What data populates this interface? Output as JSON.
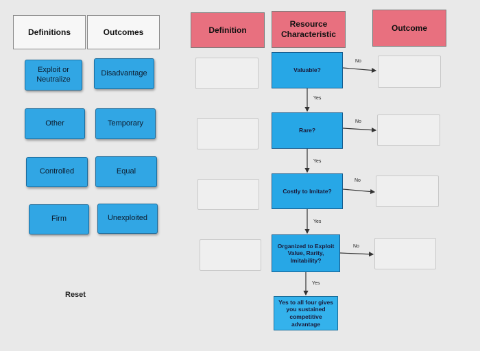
{
  "headers": {
    "definitions": "Definitions",
    "outcomes": "Outcomes",
    "definition": "Definition",
    "resource_characteristic": "Resource\nCharacteristic",
    "outcome": "Outcome"
  },
  "definition_chips": [
    "Exploit or\nNeutralize",
    "Other",
    "Controlled",
    "Firm"
  ],
  "outcome_chips": [
    "Disadvantage",
    "Temporary",
    "Equal",
    "Unexploited"
  ],
  "questions": [
    "Valuable?",
    "Rare?",
    "Costly to Imitate?",
    "Organized to Exploit\nValue, Rarity,\nImitability?"
  ],
  "final_box": "Yes to all four gives\nyou sustained\ncompetitive\nadvantage",
  "no_label": "No",
  "yes_label": "Yes",
  "reset_label": "Reset",
  "colors": {
    "chip_blue": "#31a6e4",
    "header_red": "#e8707f",
    "question_blue": "#27a7e6"
  }
}
